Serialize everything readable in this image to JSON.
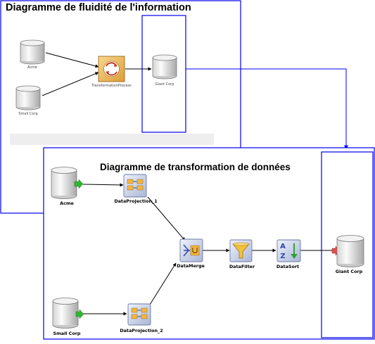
{
  "flow_diagram": {
    "title": "Diagramme de fluidité de l'information",
    "nodes": {
      "acme": "Acme",
      "small_corp": "Small Corp",
      "transformation": "TransformationProcess",
      "giant_corp": "Giant Corp"
    }
  },
  "transformation_diagram": {
    "title": "Diagramme de transformation de données",
    "nodes": {
      "acme": "Acme",
      "small_corp": "Small Corp",
      "projection_1": "DataProjection_1",
      "projection_2": "DataProjection_2",
      "merge": "DataMerge",
      "filter": "DataFilter",
      "sort": "DataSort",
      "giant_corp": "Giant Corp"
    }
  },
  "colors": {
    "frame": "#0000ee",
    "arrow": "#000000",
    "cylinder_light": "#f2f2f2",
    "cylinder_dark": "#a8a8a8",
    "process_fill": "#f1c36a",
    "tool_fill": "#ccd7ec",
    "input_arrow": "#32b432",
    "output_arrow": "#e05050"
  },
  "icons": {
    "database": "database-cylinder-icon",
    "process": "transformation-process-icon",
    "projection": "data-projection-icon",
    "merge": "data-merge-icon",
    "filter": "funnel-filter-icon",
    "sort": "a-z-sort-icon"
  }
}
